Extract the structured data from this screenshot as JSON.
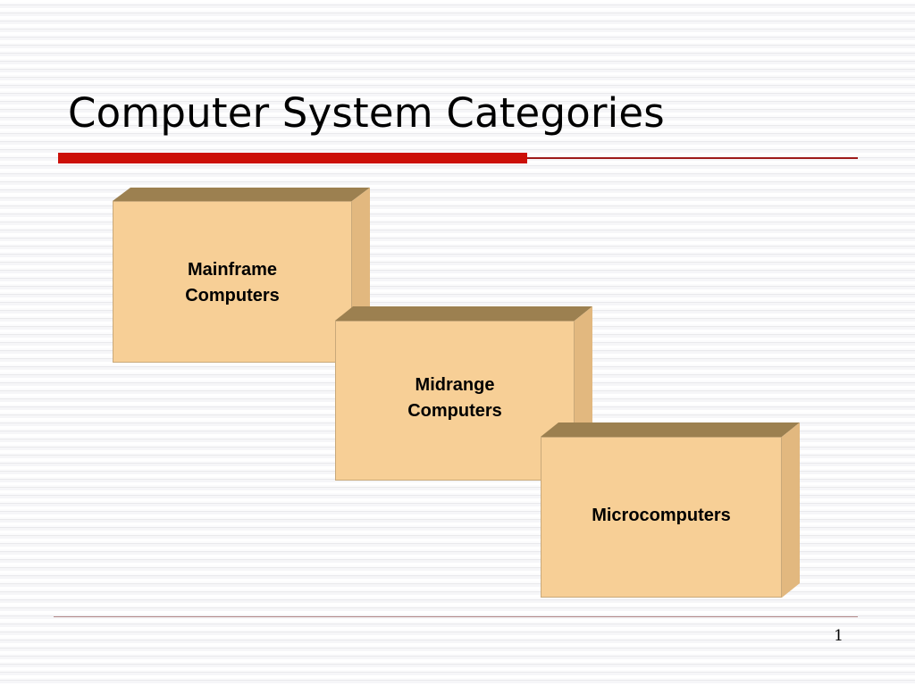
{
  "slide": {
    "title": "Computer System Categories",
    "page_number": "1",
    "accent_color_thick": "#cc1008",
    "accent_color_thin": "#9e1b1b",
    "footer_rule_color": "#b58a8a",
    "background_color": "#ffffff"
  },
  "diagram": {
    "type": "stepped-3d-boxes",
    "box_face_color": "#f7cf96",
    "box_top_color": "#9c8050",
    "box_side_color": "#e8bf86",
    "box_border_color": "#c9a97a",
    "boxes": [
      {
        "id": "mainframe",
        "label": "Mainframe\nComputers",
        "order": 1
      },
      {
        "id": "midrange",
        "label": "Midrange\nComputers",
        "order": 2
      },
      {
        "id": "microcomputers",
        "label": "Microcomputers",
        "order": 3
      }
    ]
  }
}
